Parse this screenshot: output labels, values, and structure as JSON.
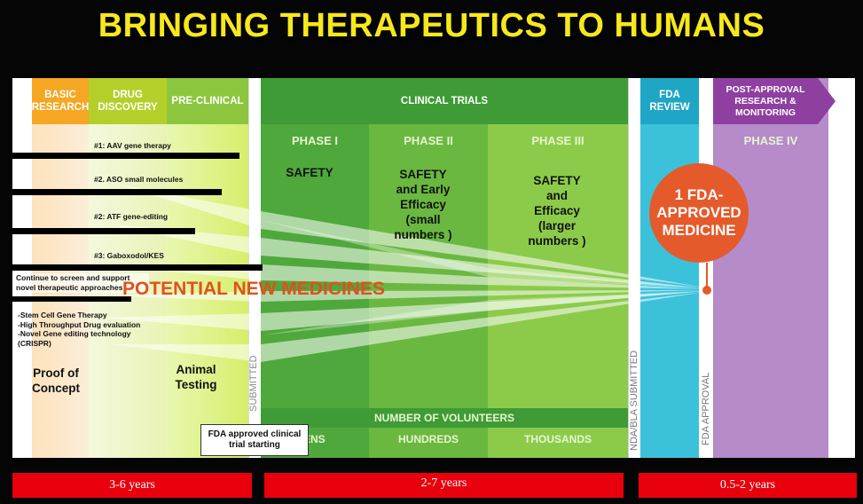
{
  "title": "BRINGING THERAPEUTICS TO HUMANS",
  "stages": {
    "basic": "BASIC RESEARCH",
    "drug": "DRUG DISCOVERY",
    "pre": "PRE-CLINICAL",
    "clinical": "CLINICAL TRIALS",
    "fda": "FDA REVIEW",
    "post": "POST-APPROVAL RESEARCH & MONITORING"
  },
  "phases": {
    "p1": "PHASE I",
    "p2": "PHASE II",
    "p3": "PHASE III",
    "p4": "PHASE IV"
  },
  "phase_goals": {
    "p1": "SAFETY",
    "p2": "SAFETY and Early Efficacy (small numbers )",
    "p3": "SAFETY and Efficacy (larger numbers )"
  },
  "programs": [
    "#1: AAV gene therapy",
    "#2. ASO small molecules",
    "#2: ATF gene-editing",
    "#3: Gaboxodol/KES"
  ],
  "screen_note": "Continue to screen and support novel therapeutic approaches",
  "potential": "POTENTIAL NEW MEDICINES",
  "approaches": "-Stem Cell Gene Therapy\n-High Throughput Drug evaluation\n-Novel Gene editing technology (CRISPR)",
  "proof": "Proof of Concept",
  "animal": "Animal Testing",
  "ind_submitted": "SUBMITTED",
  "nda_submitted": "NDA/BLA SUBMITTED",
  "fda_approval": "FDA APPROVAL",
  "approved": "1 FDA-APPROVED MEDICINE",
  "volunteers": {
    "label": "NUMBER OF VOLUNTEERS",
    "p1": "ENS",
    "p2": "HUNDREDS",
    "p3": "THOUSANDS"
  },
  "fda_box": "FDA approved clinical trial starting",
  "durations": [
    "3-6 years",
    "2-7 years",
    "0.5-2 years"
  ],
  "colors": {
    "title": "#f6e81c",
    "basic": "#f5a623",
    "drug": "#b5cf2a",
    "pre": "#8cc63f",
    "clinical": "#3f9b35",
    "fda": "#20b5cf",
    "post": "#8e3fa0",
    "approved": "#e55a2b",
    "footer": "#e8000c"
  }
}
